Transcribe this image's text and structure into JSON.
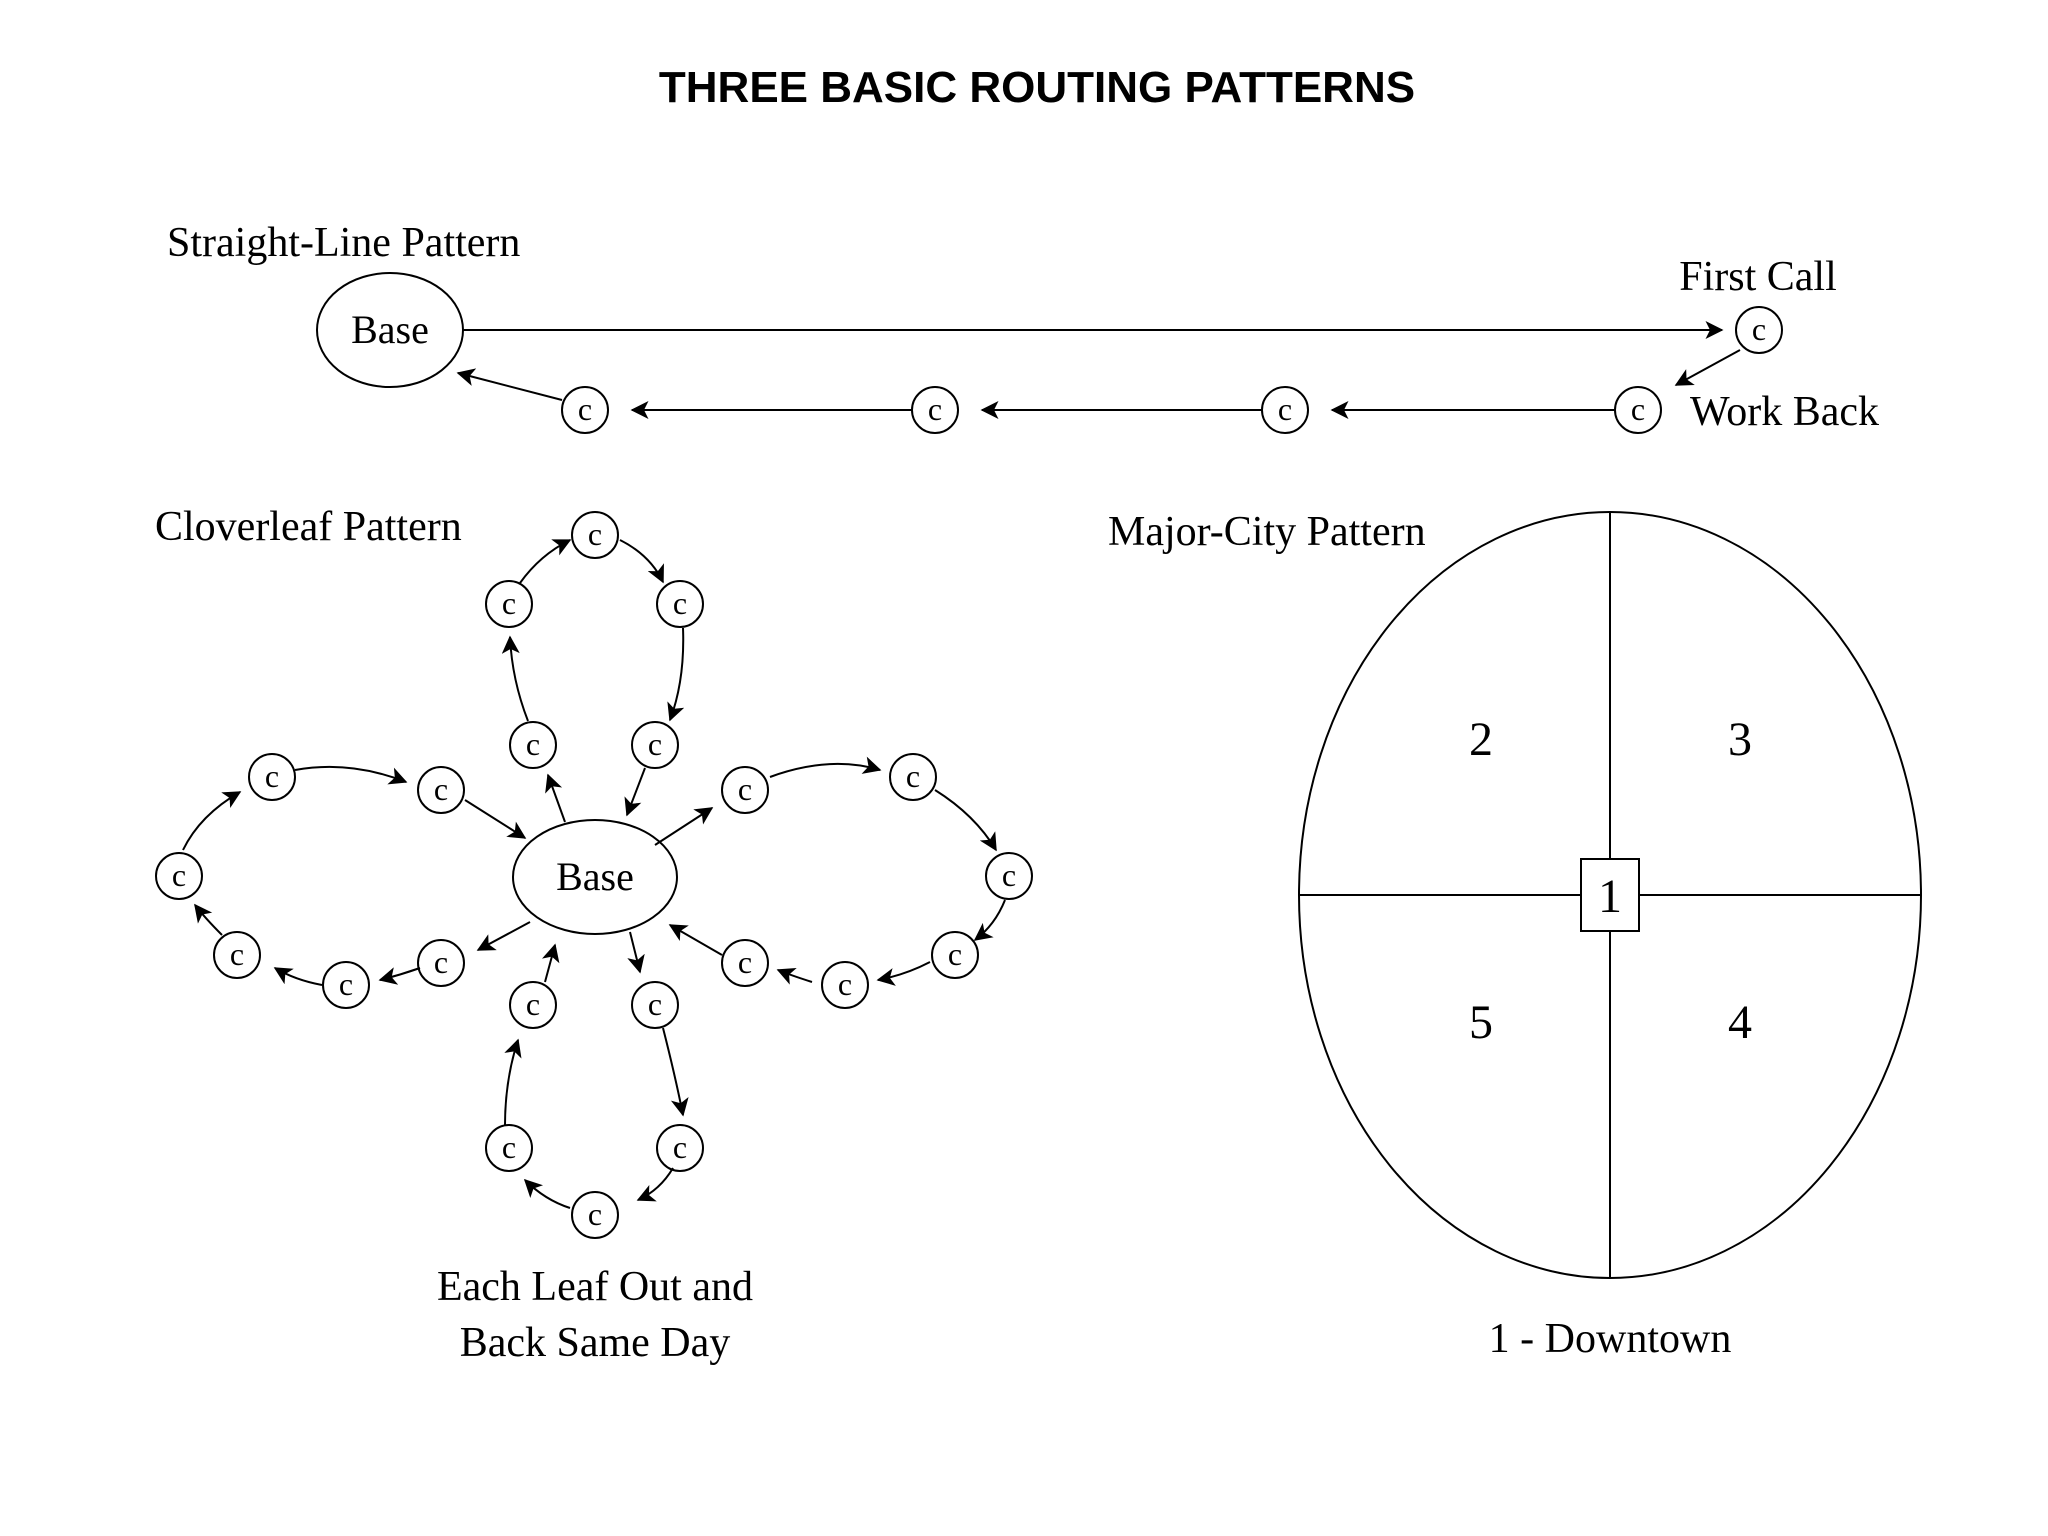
{
  "title": "THREE BASIC ROUTING PATTERNS",
  "straight_line": {
    "heading": "Straight-Line Pattern",
    "base_label": "Base",
    "first_call_label": "First Call",
    "work_back_label": "Work Back",
    "call_label": "c"
  },
  "cloverleaf": {
    "heading": "Cloverleaf Pattern",
    "base_label": "Base",
    "call_label": "c",
    "caption_line1": "Each Leaf Out and",
    "caption_line2": "Back Same Day"
  },
  "major_city": {
    "heading": "Major-City Pattern",
    "center_label": "1",
    "quadrant_labels": [
      "2",
      "3",
      "5",
      "4"
    ],
    "caption": "1 - Downtown"
  }
}
